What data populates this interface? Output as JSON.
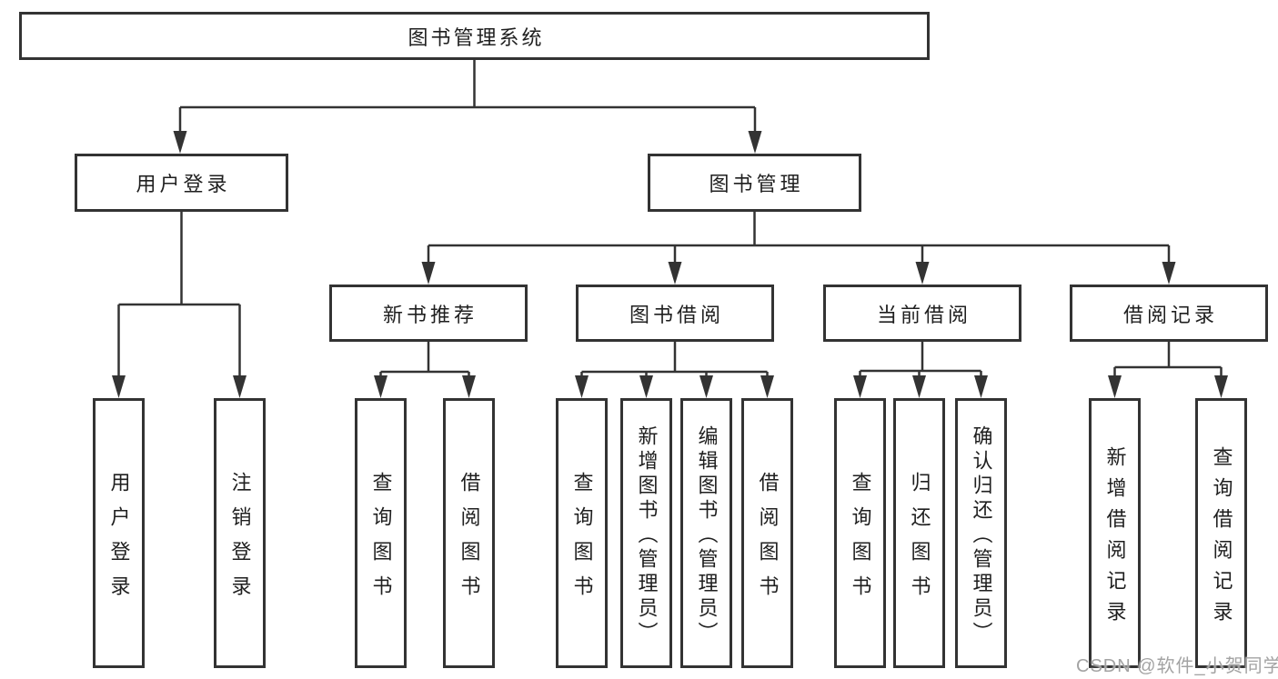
{
  "tree": {
    "root": {
      "label": "图书管理系统"
    },
    "branches": [
      {
        "label": "用户登录",
        "children": [
          {
            "label": "用户登录"
          },
          {
            "label": "注销登录"
          }
        ]
      },
      {
        "label": "图书管理",
        "children": [
          {
            "label": "新书推荐",
            "children": [
              {
                "label": "查询图书"
              },
              {
                "label": "借阅图书"
              }
            ]
          },
          {
            "label": "图书借阅",
            "children": [
              {
                "label": "查询图书"
              },
              {
                "label": "新增图书（管理员）"
              },
              {
                "label": "编辑图书（管理员）"
              },
              {
                "label": "借阅图书"
              }
            ]
          },
          {
            "label": "当前借阅",
            "children": [
              {
                "label": "查询图书"
              },
              {
                "label": "归还图书"
              },
              {
                "label": "确认归还（管理员）"
              }
            ]
          },
          {
            "label": "借阅记录",
            "children": [
              {
                "label": "新增借阅记录"
              },
              {
                "label": "查询借阅记录"
              }
            ]
          }
        ]
      }
    ]
  },
  "watermark": "CSDN @软件_小贺同学",
  "colors": {
    "line": "#333333",
    "text": "#1f1f1f",
    "watermark": "#a3a3a3",
    "background": "#ffffff"
  }
}
